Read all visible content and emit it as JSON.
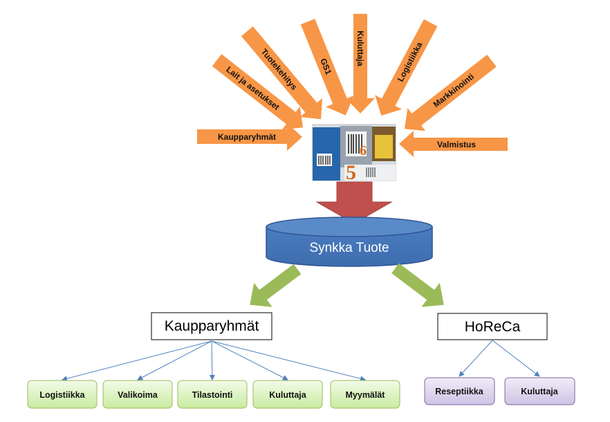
{
  "inputs": [
    "Kaupparyhmät",
    "Lait ja asetukset",
    "Tuotekehitys",
    "GS1",
    "Kuluttaja",
    "Logistiikka",
    "Markkinointi",
    "Valmistus"
  ],
  "database": {
    "label": "Synkka Tuote"
  },
  "targets": [
    {
      "label": "Kaupparyhmät",
      "children": [
        "Logistiikka",
        "Valikoima",
        "Tilastointi",
        "Kuluttaja",
        "Myymälät"
      ]
    },
    {
      "label": "HoReCa",
      "children": [
        "Reseptiikka",
        "Kuluttaja"
      ]
    }
  ],
  "colors": {
    "input_arrow": "#F79646",
    "main_arrow": "#C0504D",
    "database": "#4F81BD",
    "branch_arrow": "#9BBB59",
    "leaf_green": "#D7F0B8",
    "leaf_purple": "#DCD5EC",
    "connector": "#4F81BD"
  },
  "icons": {
    "center": "product-packages-image"
  }
}
